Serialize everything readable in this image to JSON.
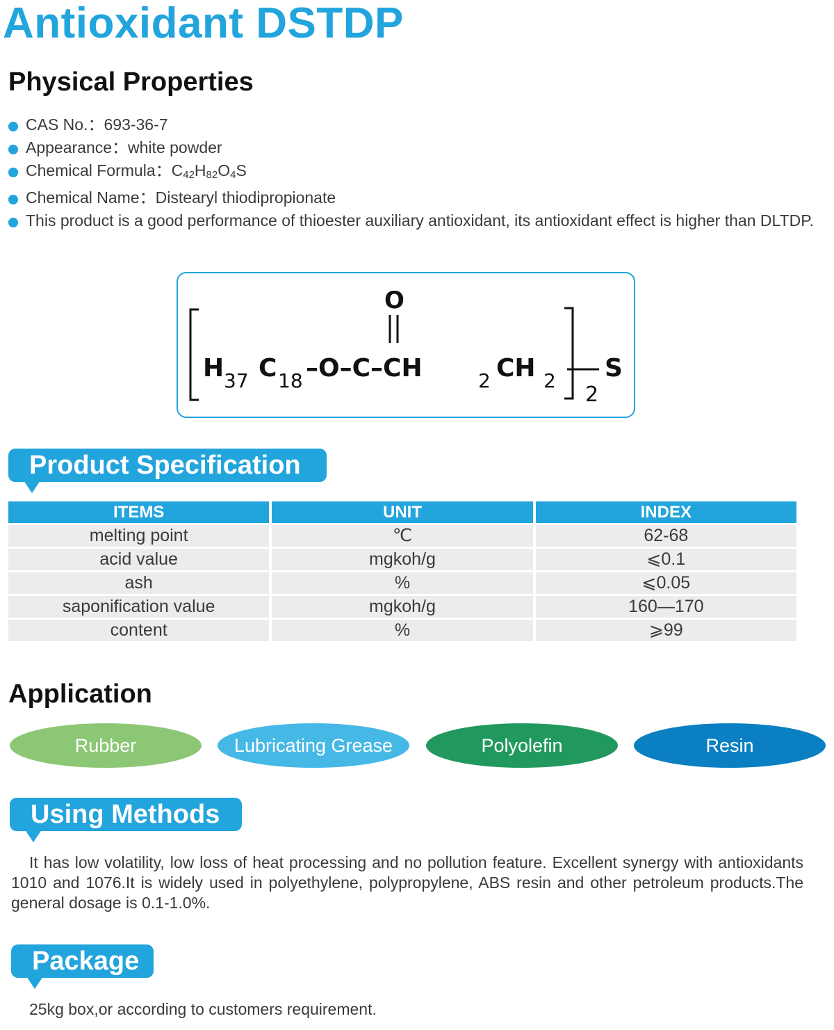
{
  "title": "Antioxidant DSTDP",
  "physical": {
    "heading": "Physical Properties",
    "items": [
      {
        "label": "CAS No.",
        "sep": "：",
        "value": "693-36-7"
      },
      {
        "label": "Appearance",
        "sep": "：",
        "value": "white powder"
      },
      {
        "label": "Chemical Formula",
        "sep": "：",
        "formula": [
          "C",
          "42",
          "H",
          "82",
          "O",
          "4",
          "S"
        ]
      },
      {
        "label": "Chemical Name",
        "sep": "：",
        "value": "Distearyl thiodipropionate"
      },
      {
        "text": "This product is a good performance of thioester auxiliary antioxidant, its antioxidant effect is higher than DLTDP."
      }
    ]
  },
  "structure": {
    "top_o": "O",
    "h": "H",
    "h_sub": "37",
    "c": "C",
    "c_sub": "18",
    "chain": "–O–C–CH",
    "ch2_sub": "2",
    "ch": "CH",
    "ch2b_sub": "2",
    "bracket_sub": "2",
    "s": "S"
  },
  "spec": {
    "heading": "Product Specification",
    "columns": [
      "ITEMS",
      "UNIT",
      "INDEX"
    ],
    "rows": [
      [
        "melting point",
        "℃",
        "62-68"
      ],
      [
        "acid value",
        "mgkoh/g",
        "⩽0.1"
      ],
      [
        "ash",
        "%",
        "⩽0.05"
      ],
      [
        "saponification value",
        "mgkoh/g",
        "160—170"
      ],
      [
        "content",
        "%",
        "⩾99"
      ]
    ]
  },
  "application": {
    "heading": "Application",
    "items": [
      {
        "label": "Rubber",
        "color": "#8cc776"
      },
      {
        "label": "Lubricating Grease",
        "color": "#46b8e6"
      },
      {
        "label": "Polyolefin",
        "color": "#21995e"
      },
      {
        "label": "Resin",
        "color": "#0a7fc2"
      }
    ]
  },
  "using": {
    "heading": "Using Methods",
    "text": "It has low volatility, low loss of heat processing and no pollution feature. Excellent synergy with antioxidants 1010 and 1076.It is widely used in polyethylene, polypropylene, ABS resin and other petroleum products.The general dosage is 0.1-1.0%."
  },
  "package": {
    "heading": "Package",
    "text": "25kg box,or according to customers requirement."
  }
}
